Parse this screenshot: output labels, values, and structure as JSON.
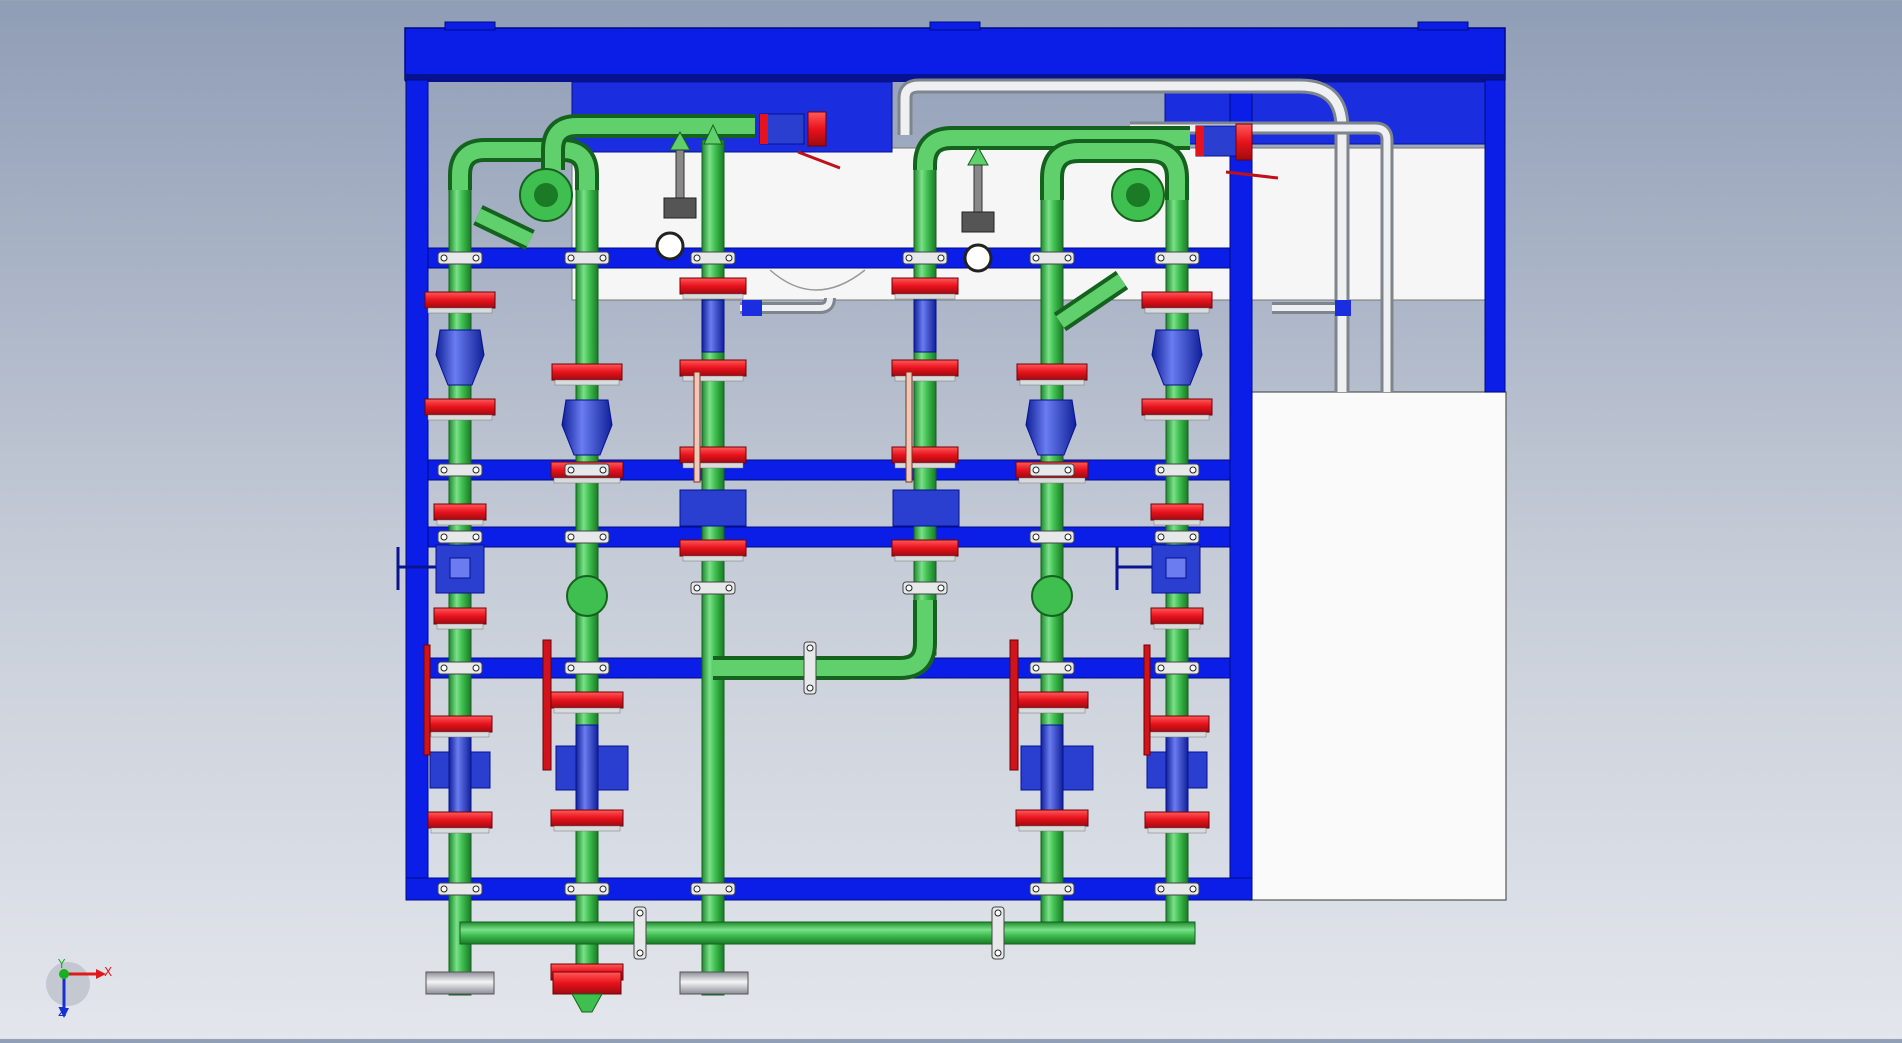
{
  "view": {
    "background_top": "#8f9db6",
    "background_bottom": "#e3e6ec",
    "frame_color": "#0a1ee8",
    "pipe_color": "#3fbf4f",
    "flange_color": "#e8121c",
    "component_color": "#2a3fd0",
    "handle_color": "#d0141c",
    "tubing_color": "#cfd3d8",
    "tank_color": "#f8f8f8"
  },
  "triad": {
    "x_label": "X",
    "y_label": "Y",
    "z_label": "Z",
    "x_color": "#e01818",
    "y_color": "#18b020",
    "z_color": "#1830d0"
  }
}
